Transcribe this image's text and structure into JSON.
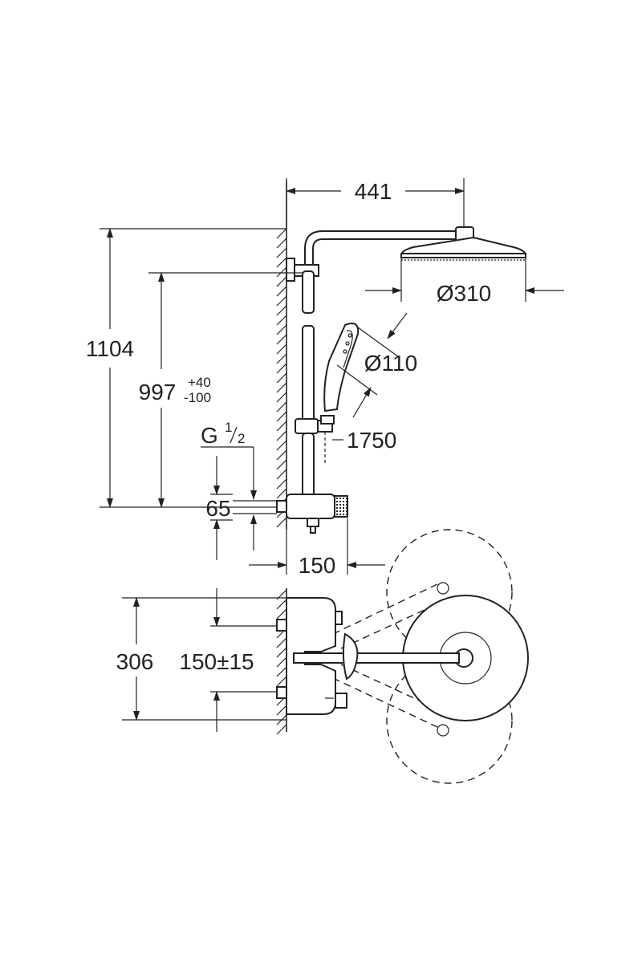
{
  "dimensions": {
    "arm_length": "441",
    "head_diameter": "Ø310",
    "hand_diameter": "Ø110",
    "total_height": "1104",
    "outlet_height": "997",
    "outlet_tol_plus": "+40",
    "outlet_tol_minus": "-100",
    "thread": "G",
    "thread_num": "1",
    "thread_den": "2",
    "inlet_height": "65",
    "hose_length": "1750",
    "projection": "150",
    "plan_width": "306",
    "plan_spacing": "150±15"
  },
  "colors": {
    "line": "#222222",
    "background": "#ffffff"
  }
}
